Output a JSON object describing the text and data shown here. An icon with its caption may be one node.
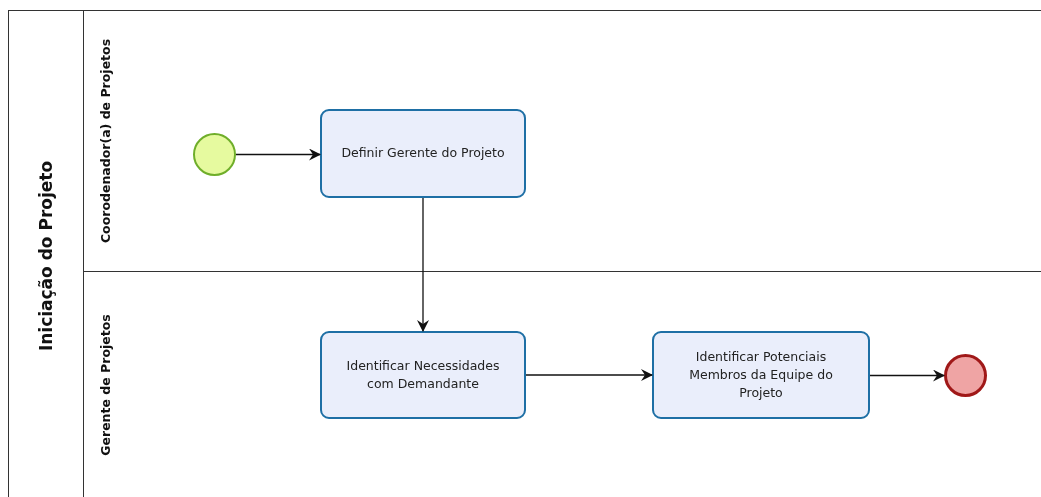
{
  "diagram": {
    "nodes": [
      {
        "text": [
          "Iniciação do Projeto"
        ]
      },
      {
        "text": [
          "Coorodenador(a) de Projetos"
        ],
        "in": 0
      },
      {
        "text": [
          "Gerente de Projetos"
        ],
        "in": 0
      },
      {
        "text": [],
        "shape": "circle",
        "in": 1
      },
      {
        "text": [
          "Definir Gerente do Projeto"
        ],
        "in": 1
      },
      {
        "text": [
          "Identificar Necessidades com Demandante"
        ],
        "in": 2
      },
      {
        "text": [
          "Identificar Potenciais Membros da Equipe do Projeto"
        ],
        "in": 2
      },
      {
        "text": [],
        "shape": "circle",
        "in": 2
      }
    ],
    "edges": [
      {
        "from": 3,
        "to": 4,
        "arrow": "to"
      },
      {
        "from": 4,
        "to": 5,
        "arrow": "to"
      },
      {
        "from": 5,
        "to": 6,
        "arrow": "to"
      },
      {
        "from": 6,
        "to": 7,
        "arrow": "to"
      }
    ]
  }
}
